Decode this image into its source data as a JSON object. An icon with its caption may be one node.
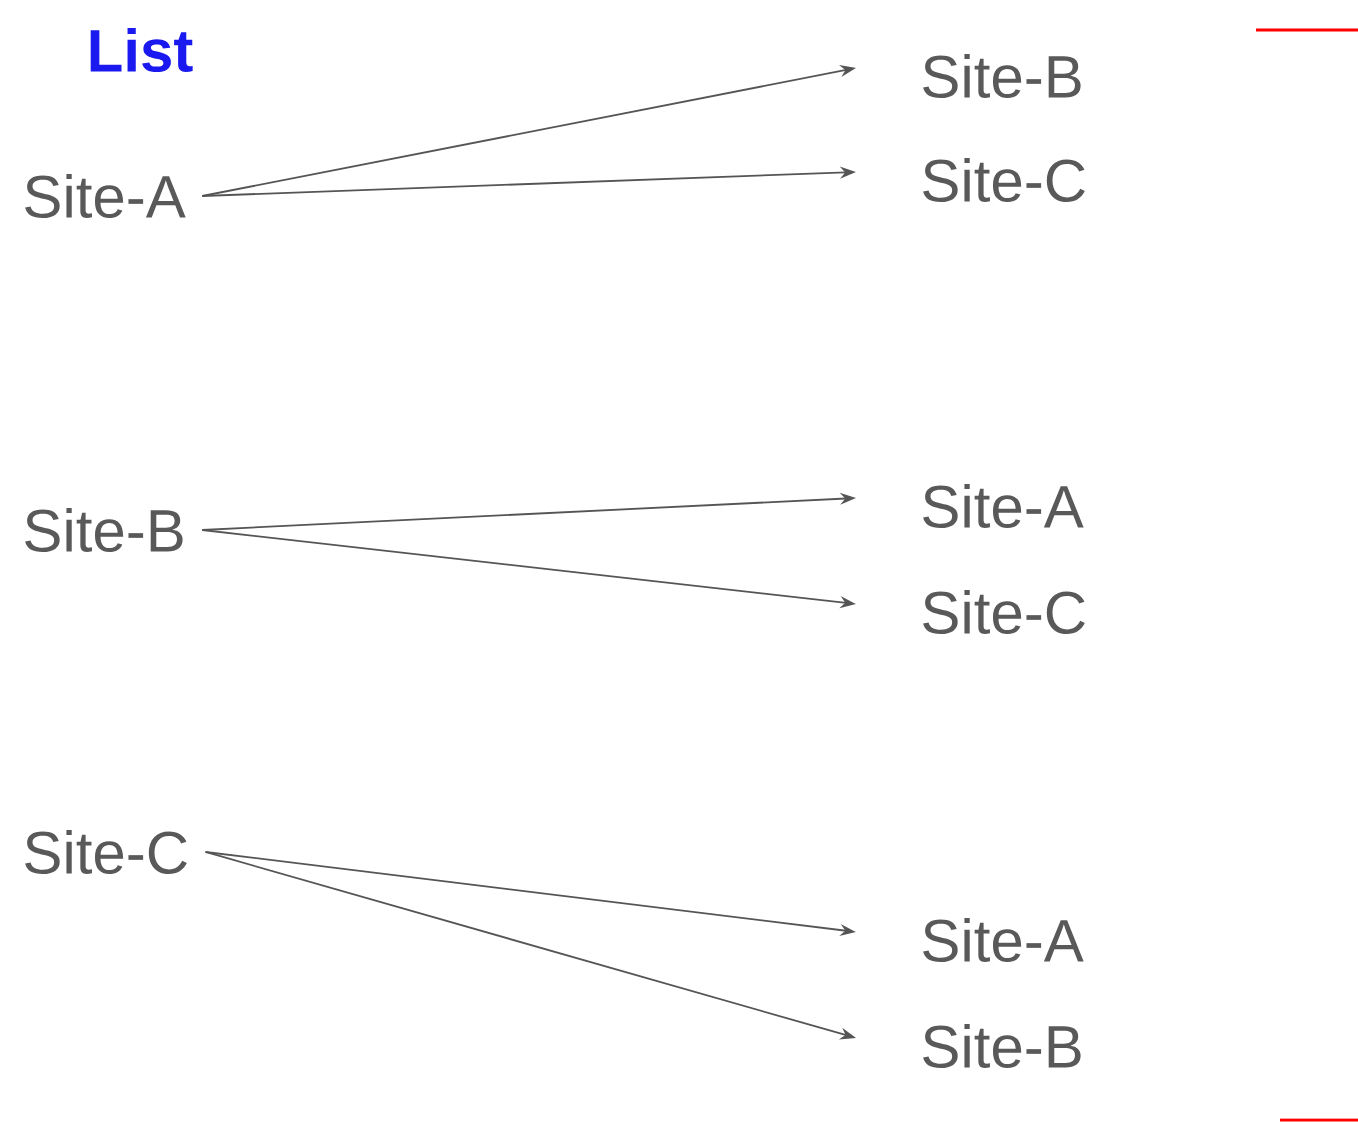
{
  "diagram": {
    "title": "List",
    "nodes": [
      {
        "text": [
          "Site-A"
        ]
      },
      {
        "text": [
          "Site-B"
        ]
      },
      {
        "text": [
          "Site-C"
        ]
      },
      {
        "text": [
          "Site-B"
        ]
      },
      {
        "text": [
          "Site-A"
        ]
      },
      {
        "text": [
          "Site-C"
        ]
      },
      {
        "text": [
          "Site-C"
        ]
      },
      {
        "text": [
          "Site-A"
        ]
      },
      {
        "text": [
          "Site-B"
        ]
      }
    ],
    "edges": [
      {
        "from": 0,
        "to": 1,
        "arrow": "to"
      },
      {
        "from": 0,
        "to": 2,
        "arrow": "to"
      },
      {
        "from": 3,
        "to": 4,
        "arrow": "to"
      },
      {
        "from": 3,
        "to": 5,
        "arrow": "to"
      },
      {
        "from": 6,
        "to": 7,
        "arrow": "to"
      },
      {
        "from": 6,
        "to": 8,
        "arrow": "to"
      }
    ]
  }
}
